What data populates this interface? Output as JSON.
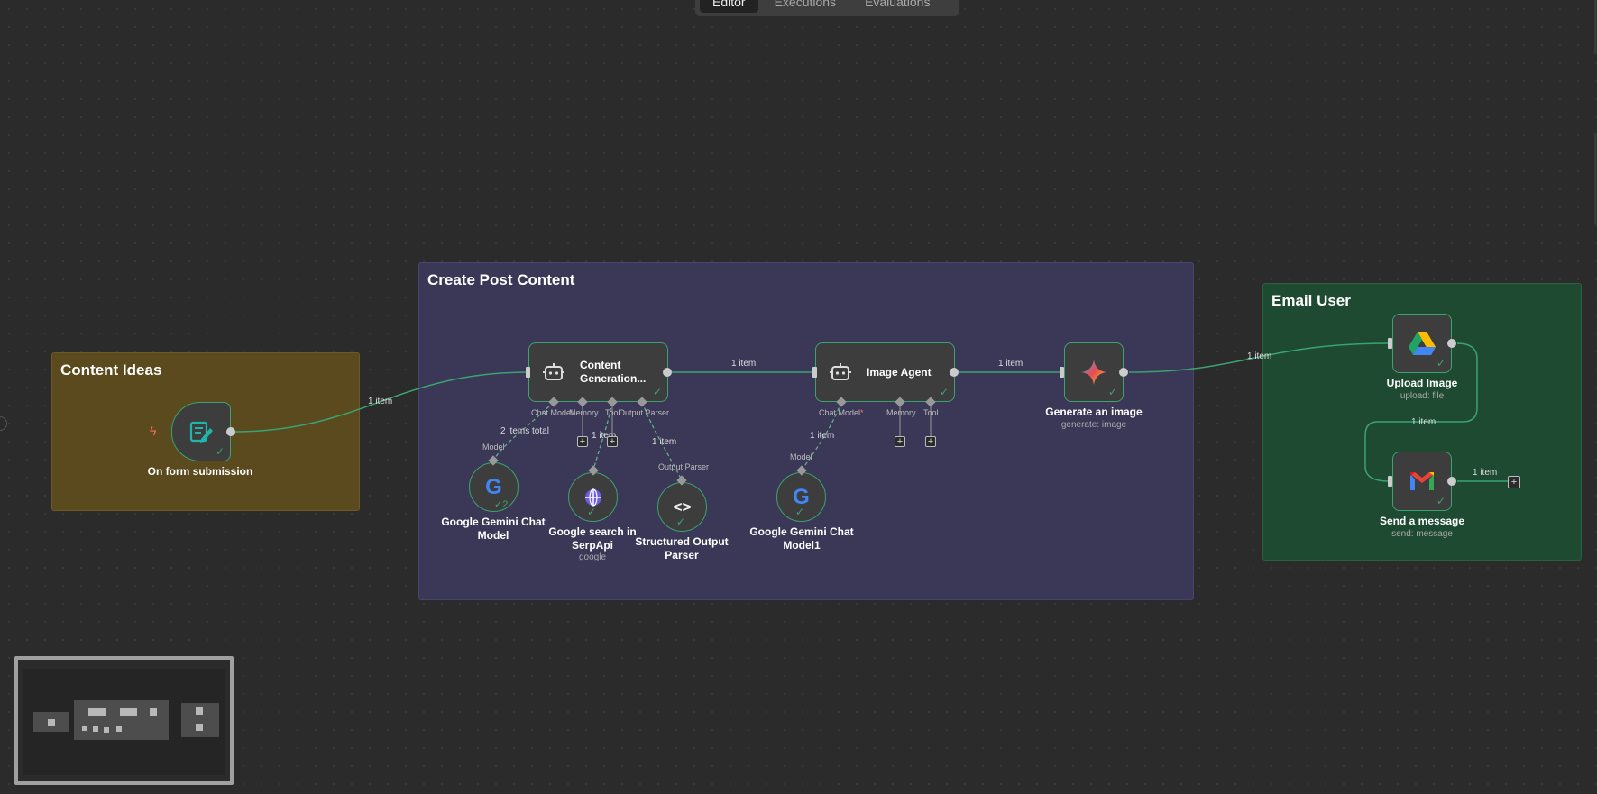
{
  "tabs": [
    "Editor",
    "Executions",
    "Evaluations"
  ],
  "groups": {
    "ideas": "Content Ideas",
    "create": "Create Post Content",
    "email": "Email User"
  },
  "nodes": {
    "form": {
      "label": "On form submission"
    },
    "content_agent": {
      "label_line1": "Content",
      "label_line2": "Generation..."
    },
    "image_agent": {
      "label": "Image Agent"
    },
    "generate_image": {
      "label": "Generate an image",
      "sub": "generate: image"
    },
    "gemini1": {
      "label_line1": "Google Gemini Chat",
      "label_line2": "Model",
      "badge": "2"
    },
    "serpapi": {
      "label_line1": "Google search in",
      "label_line2": "SerpApi",
      "sub": "google"
    },
    "parser": {
      "label_line1": "Structured Output",
      "label_line2": "Parser"
    },
    "gemini2": {
      "label_line1": "Google Gemini Chat",
      "label_line2": "Model1"
    },
    "upload": {
      "label": "Upload Image",
      "sub": "upload: file"
    },
    "gmail": {
      "label": "Send a message",
      "sub": "send: message"
    }
  },
  "ports": {
    "chat_model": "Chat Model",
    "chat_model_required": "Chat Model",
    "required_mark": "*",
    "memory": "Memory",
    "tool": "Tool",
    "output_parser": "Output Parser",
    "model": "Model"
  },
  "edges": {
    "one_item": "1 item",
    "two_items": "2 items total"
  },
  "colors": {
    "canvas": "#2b2b2b",
    "success": "#3aa371",
    "group_ideas": "#5a4a1e",
    "group_create": "#3b3757",
    "group_email": "#1d4a30"
  }
}
